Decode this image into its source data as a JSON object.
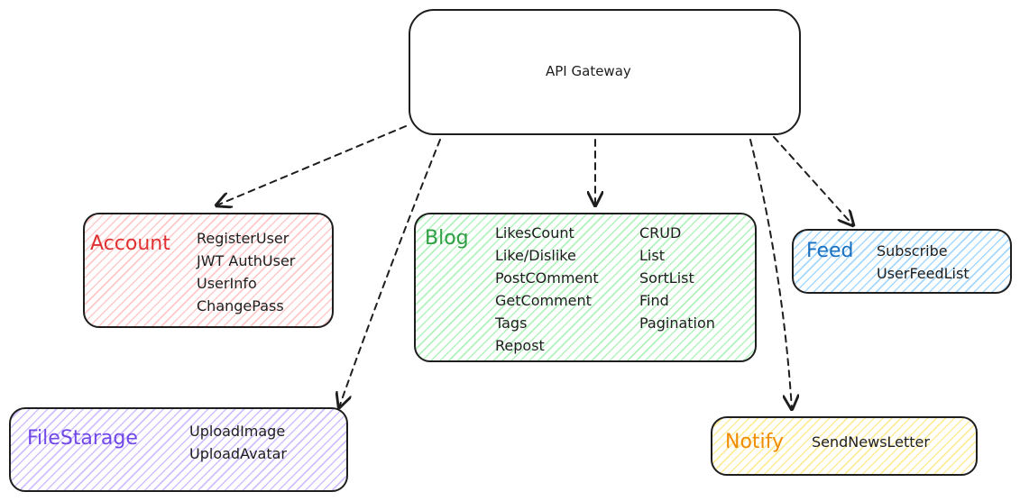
{
  "gateway": {
    "label": "API Gateway"
  },
  "account": {
    "title": "Account",
    "items": [
      "RegisterUser",
      "JWT AuthUser",
      "UserInfo",
      "ChangePass"
    ]
  },
  "blog": {
    "title": "Blog",
    "items_col1": [
      "LikesCount",
      "Like/Dislike",
      "PostCOmment",
      "GetComment",
      "Tags",
      "Repost"
    ],
    "items_col2": [
      "CRUD",
      "List",
      "SortList",
      "Find",
      "Pagination"
    ]
  },
  "feed": {
    "title": "Feed",
    "items": [
      "Subscribe",
      "UserFeedList"
    ]
  },
  "filestorage": {
    "title": "FileStarage",
    "items": [
      "UploadImage",
      "UploadAvatar"
    ]
  },
  "notify": {
    "title": "Notify",
    "items": [
      "SendNewsLetter"
    ]
  },
  "colors": {
    "stroke": "#1e1e1e",
    "account": "#e03131",
    "blog": "#2f9e44",
    "feed": "#1971c2",
    "filestorage": "#7048e8",
    "notify": "#f08c00"
  }
}
